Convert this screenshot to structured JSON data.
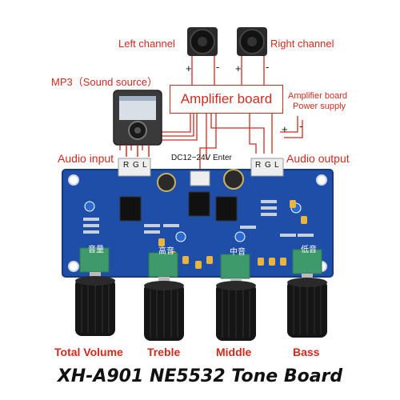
{
  "labels": {
    "left_channel": "Left channel",
    "right_channel": "Right channel",
    "mp3_source": "MP3（Sound source）",
    "amplifier_board": "Amplifier board",
    "amplifier_power_line1": "Amplifier board",
    "amplifier_power_line2": "Power supply",
    "audio_input": "Audio input",
    "dc_enter": "DC12~24V Enter",
    "audio_output": "Audio output"
  },
  "pins": {
    "input": [
      "R",
      "G",
      "L"
    ],
    "output": [
      "R",
      "G",
      "L"
    ],
    "plus": "+",
    "minus": "-"
  },
  "board_silkscreen": {
    "volume_cn": "音量",
    "treble_cn": "高音",
    "middle_cn": "中音",
    "bass_cn": "低音"
  },
  "knobs": {
    "total_volume": "Total Volume",
    "treble": "Treble",
    "middle": "Middle",
    "bass": "Bass"
  },
  "title": "XH-A901 NE5532 Tone Board",
  "colors": {
    "accent_red": "#d42a1e",
    "pcb_blue": "#1f4ea8",
    "knob_black": "#151515"
  }
}
